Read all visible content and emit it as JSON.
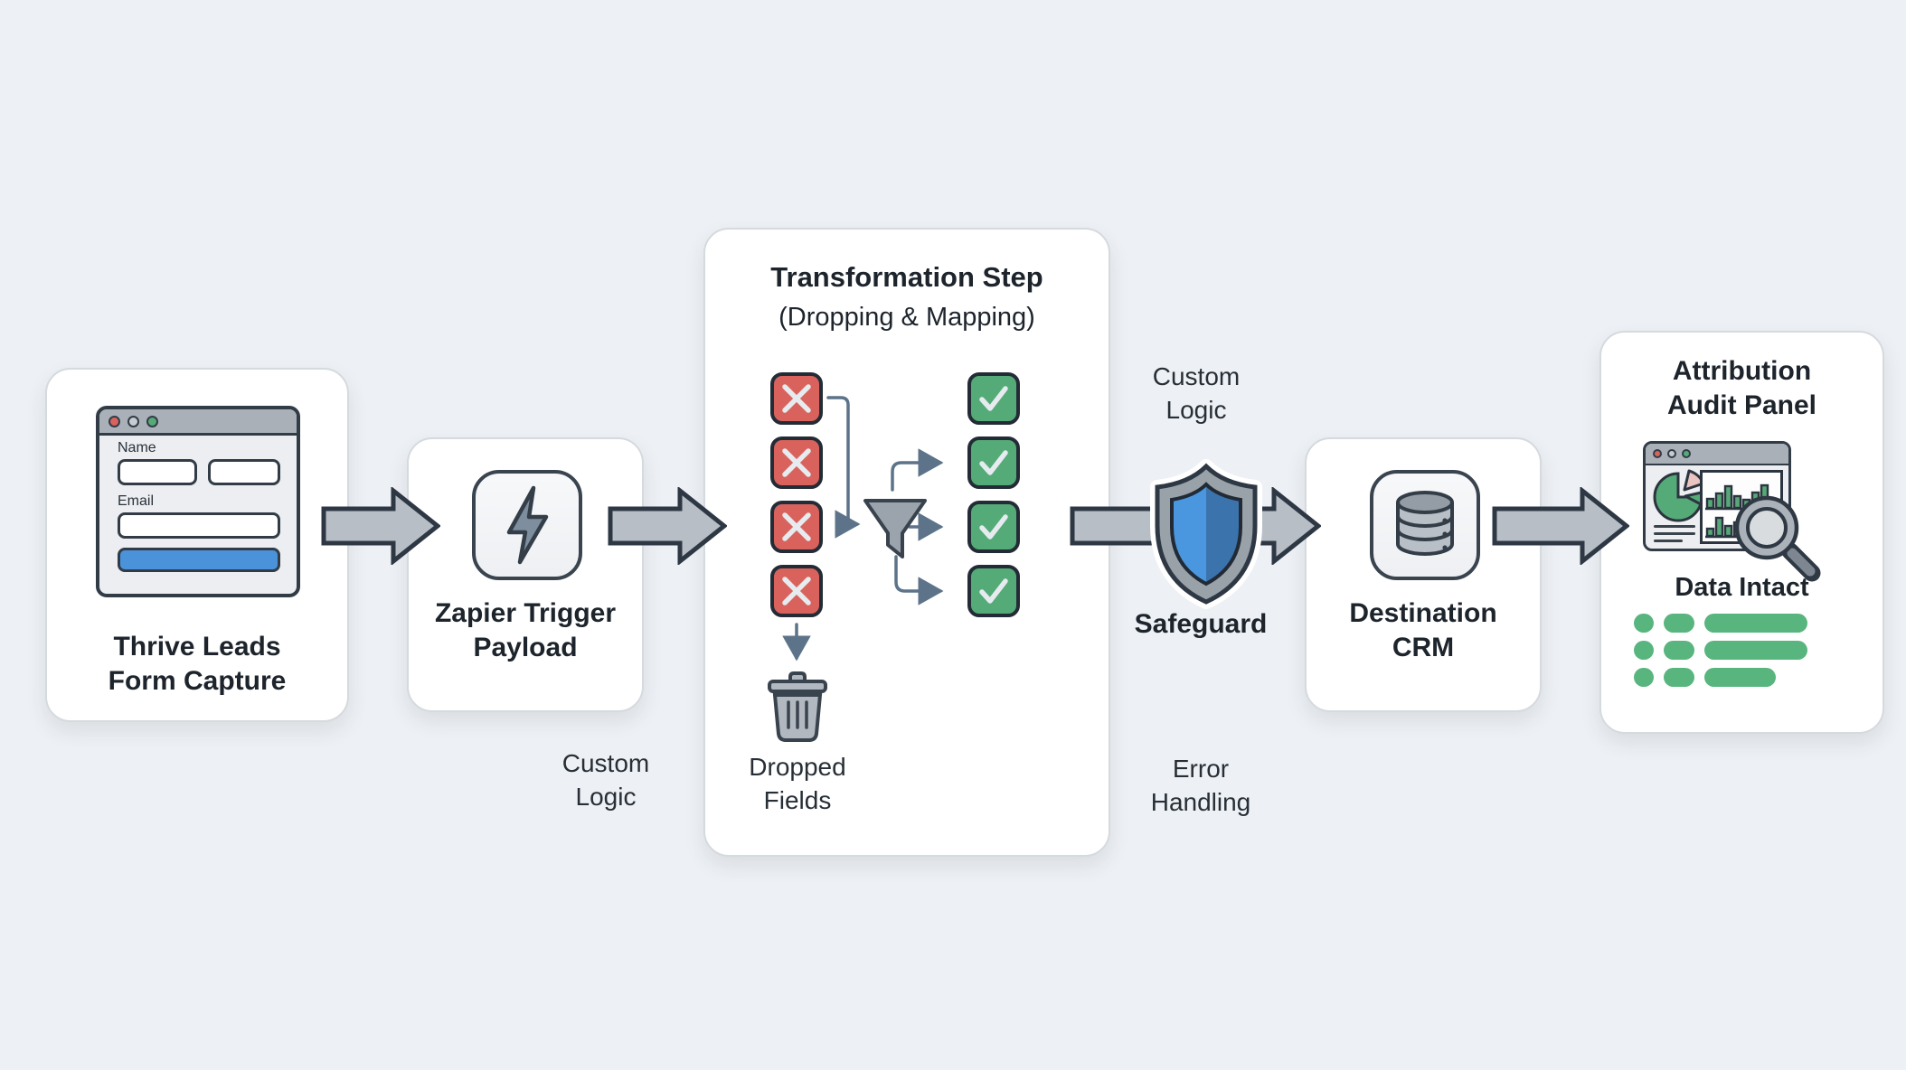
{
  "colors": {
    "background": "#edf0f4",
    "outline": "#2f3944",
    "arrow_fill": "#b8bec6",
    "red_box": "#d9635c",
    "green_box": "#55ab77",
    "connector_slate": "#5d7389",
    "form_button_blue": "#4a92da",
    "shield_blue_light": "#4a97e0",
    "shield_blue_dark": "#3b73ad",
    "icon_gray": "#b2b8bf",
    "pill_green": "#58b57e"
  },
  "cards": {
    "form": {
      "title_lines": [
        "Thrive Leads",
        "Form Capture"
      ],
      "field_labels": [
        "Name",
        "Email"
      ]
    },
    "zapier": {
      "title_lines": [
        "Zapier Trigger",
        "Payload"
      ]
    },
    "transformation": {
      "title": "Transformation Step",
      "subtitle": "(Dropping & Mapping)",
      "dropped_count": 4,
      "mapped_count": 4,
      "dropped_label_lines": [
        "Dropped",
        "Fields"
      ]
    },
    "crm": {
      "title_lines": [
        "Destination",
        "CRM"
      ]
    },
    "audit": {
      "title_lines": [
        "Attribution",
        "Audit Panel"
      ],
      "status_label": "Data Intact",
      "pill_rows": 3
    }
  },
  "labels": {
    "custom_logic_left": [
      "Custom",
      "Logic"
    ],
    "custom_logic_shield": [
      "Custom",
      "Logic"
    ],
    "safeguard": "Safeguard",
    "error_handling": [
      "Error",
      "Handling"
    ]
  },
  "icons": [
    "window-dot-red",
    "window-dot-gray",
    "window-dot-green",
    "lightning-icon",
    "cross-icon",
    "check-icon",
    "funnel-icon",
    "trash-icon",
    "shield-icon",
    "database-icon",
    "pie-chart-icon",
    "bar-chart-icon",
    "magnifier-icon"
  ]
}
